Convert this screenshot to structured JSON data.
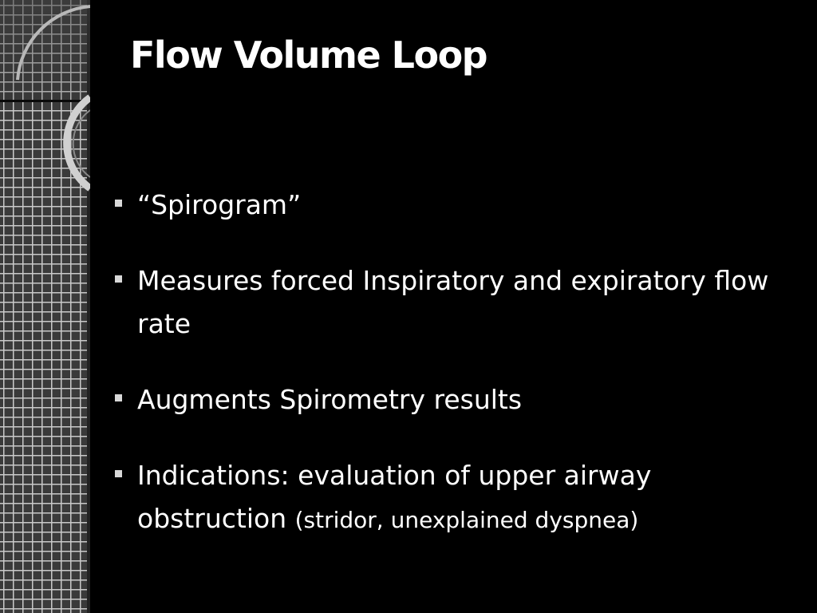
{
  "slide": {
    "title": "Flow Volume Loop",
    "bullets": [
      {
        "text": "“Spirogram”"
      },
      {
        "text": "Measures forced Inspiratory and expiratory flow rate"
      },
      {
        "text": "Augments Spirometry results"
      },
      {
        "text": "Indications:  evaluation of upper airway obstruction",
        "suffix": "(stridor, unexplained dyspnea)"
      }
    ]
  },
  "colors": {
    "background": "#000000",
    "text": "#ffffff",
    "grid_panel": "#3a3a3a",
    "grid_lines": "#c9c9c9"
  },
  "icons": {
    "bullet": "square-bullet-icon",
    "decoration": "ring-arc-decoration"
  }
}
